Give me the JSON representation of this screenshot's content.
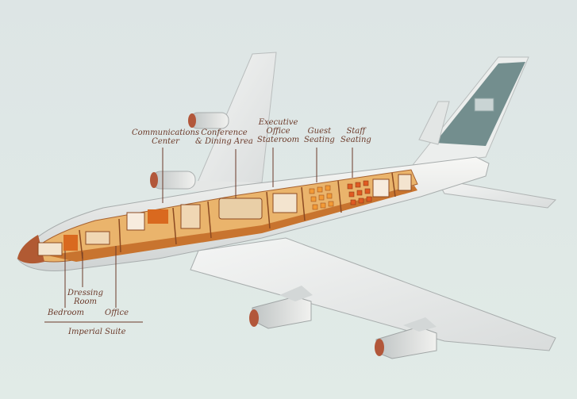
{
  "labels": {
    "communications": [
      "Communications",
      "Center"
    ],
    "conference": [
      "Conference",
      "& Dining Area"
    ],
    "executive": [
      "Executive",
      "Office",
      "Stateroom"
    ],
    "guest": [
      "Guest",
      "Seating"
    ],
    "staff": [
      "Staff",
      "Seating"
    ],
    "dressing": [
      "Dressing",
      "Room"
    ],
    "bedroom": "Bedroom",
    "office": "Office",
    "imperial": "Imperial Suite"
  },
  "colors": {
    "fuselage": "#f2f2f0",
    "interior_floor": "#e9b06a",
    "interior_accent": "#d46a2c",
    "seats": "#e05a22",
    "label_text": "#6b3a2a",
    "tail_logo": "#5e7c7d"
  }
}
